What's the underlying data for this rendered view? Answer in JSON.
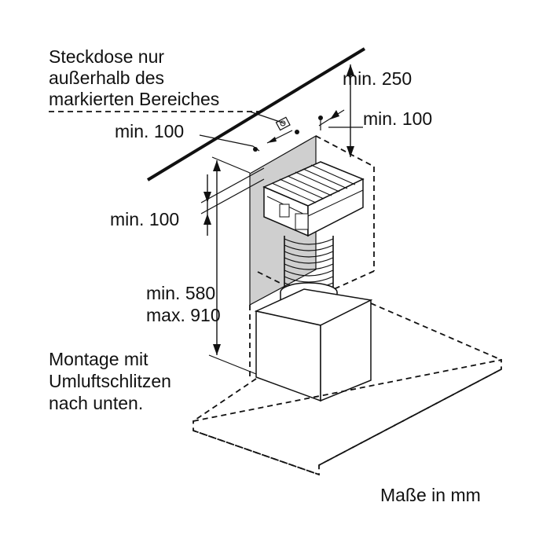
{
  "labels": {
    "socket_line1": "Steckdose nur",
    "socket_line2": "außerhalb des",
    "socket_line3": "markierten Bereiches",
    "min_250": "min. 250",
    "min_100_right": "min. 100",
    "min_100_top": "min. 100",
    "min_100_left": "min. 100",
    "min_580": "min. 580",
    "max_910": "max. 910",
    "mount_line1": "Montage mit",
    "mount_line2": "Umluftschlitzen",
    "mount_line3": "nach unten.",
    "units": "Maße in mm"
  },
  "colors": {
    "stroke": "#111111",
    "panel": "#cfcfcf",
    "background": "#ffffff"
  }
}
